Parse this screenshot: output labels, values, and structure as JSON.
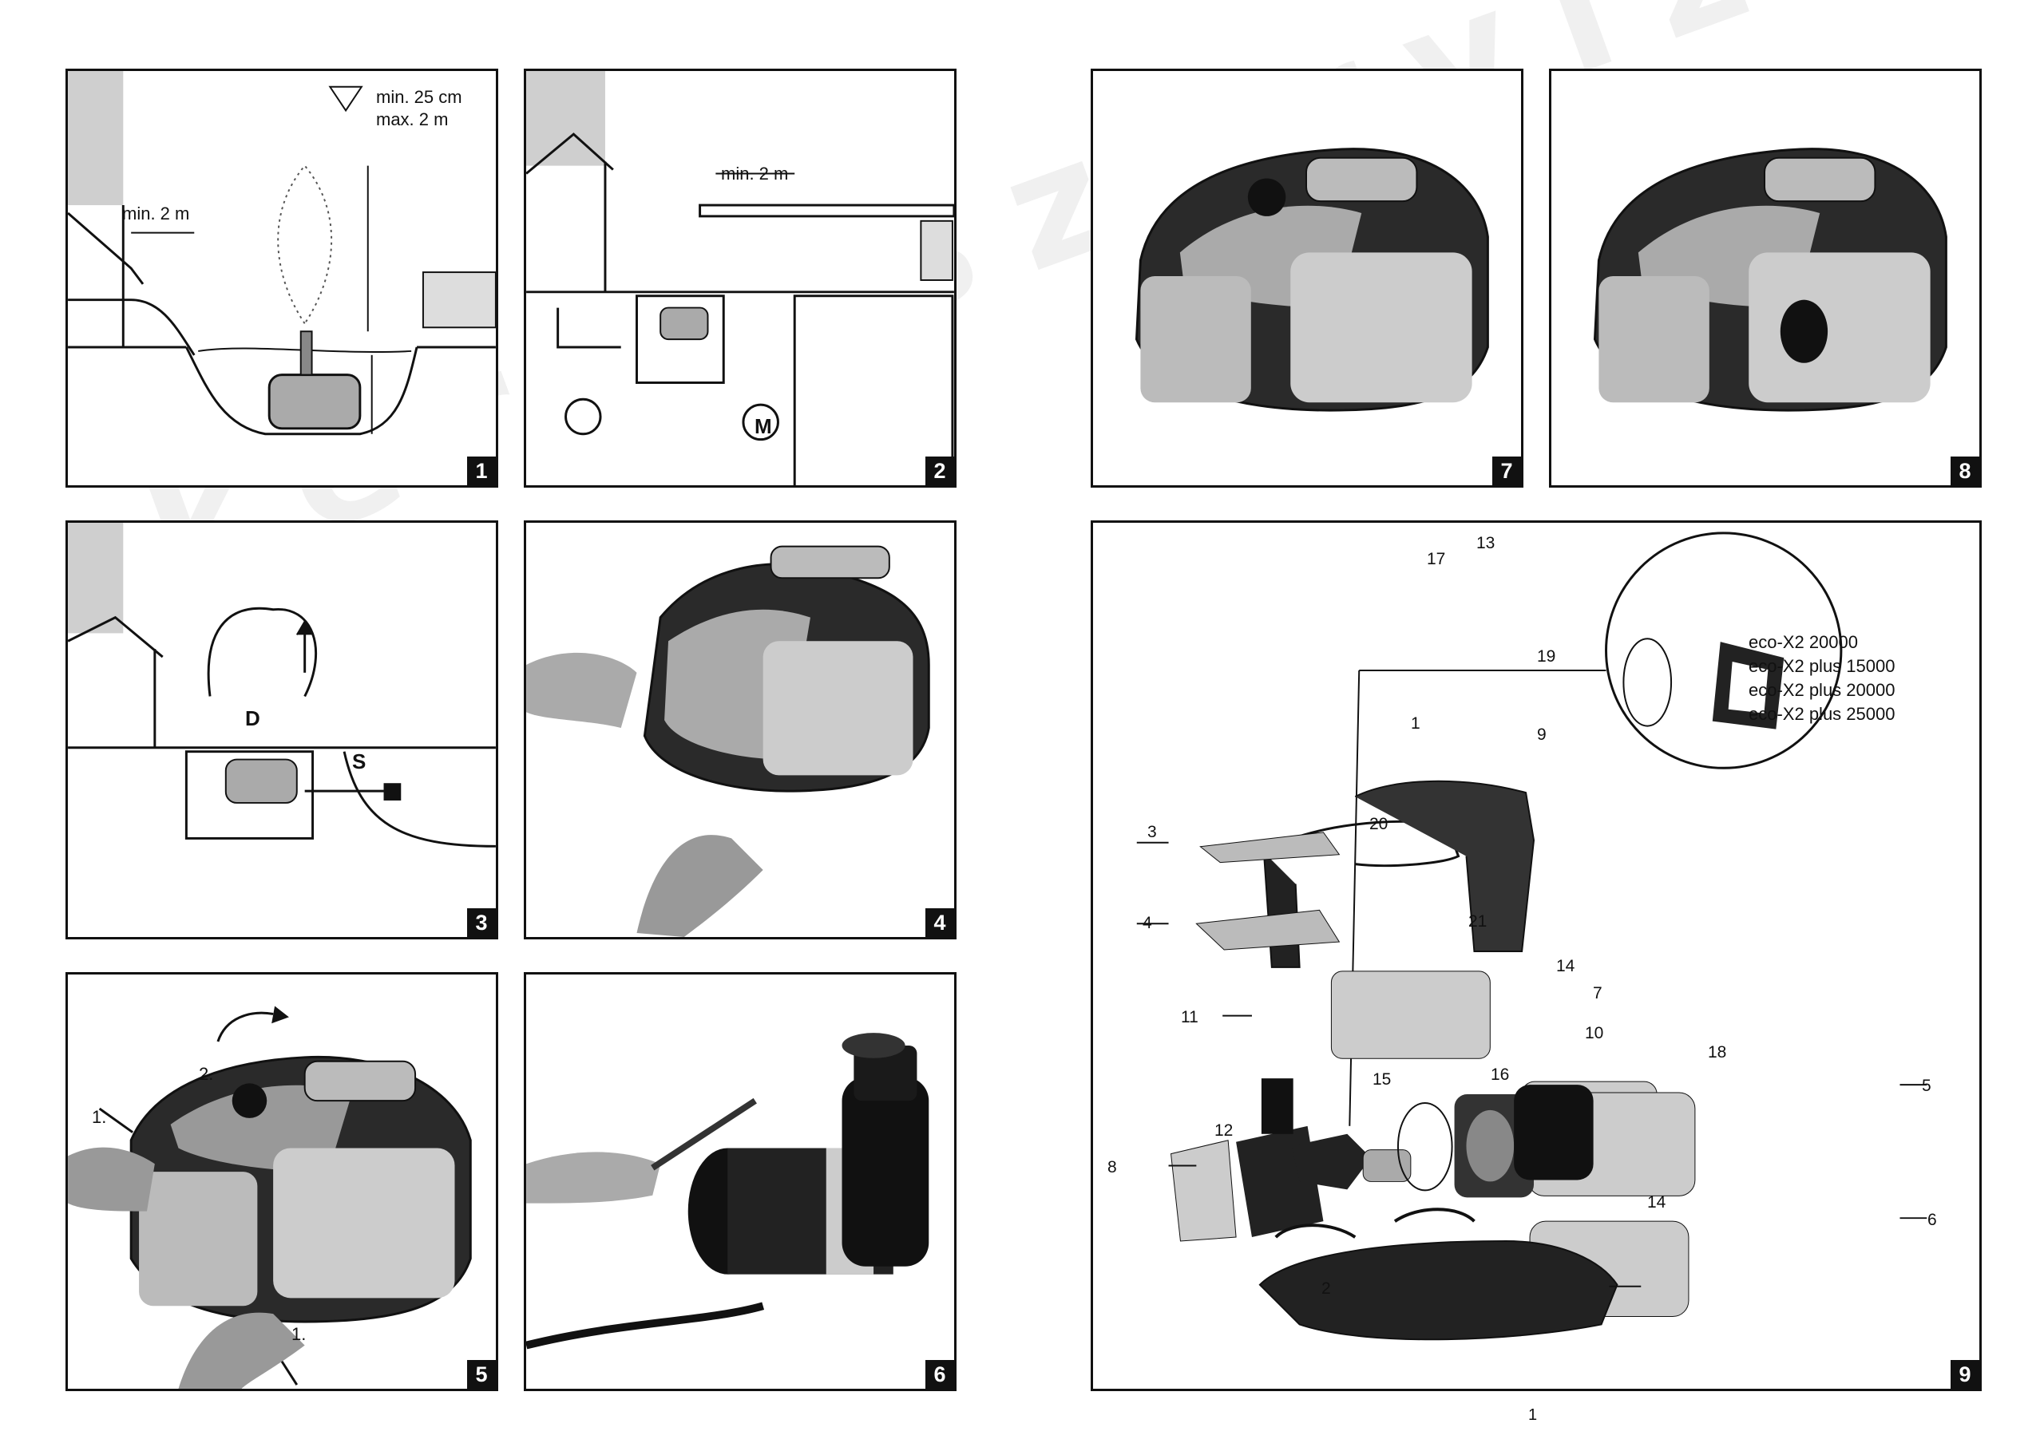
{
  "panels": [
    {
      "number": "1"
    },
    {
      "number": "2"
    },
    {
      "number": "3"
    },
    {
      "number": "4"
    },
    {
      "number": "5"
    },
    {
      "number": "6"
    },
    {
      "number": "7"
    },
    {
      "number": "8"
    },
    {
      "number": "9"
    }
  ],
  "panel1": {
    "depth_min": "min. 25 cm",
    "depth_max": "max. 2 m",
    "distance": "min. 2 m"
  },
  "panel2": {
    "distance": "min. 2 m",
    "motor_symbol": "M"
  },
  "panel3": {
    "label_d": "D",
    "label_s": "S"
  },
  "panel5": {
    "step1_top": "1.",
    "step2": "2.",
    "step1_bottom": "1."
  },
  "panel9": {
    "models": [
      "eco-X2 20000",
      "eco-X2 plus 15000",
      "eco-X2 plus 20000",
      "eco-X2 plus 25000"
    ],
    "callouts": [
      "17",
      "13",
      "19",
      "1",
      "9",
      "3",
      "20",
      "4",
      "21",
      "14",
      "7",
      "11",
      "18",
      "10",
      "15",
      "16",
      "5",
      "12",
      "8",
      "14",
      "6",
      "2"
    ]
  },
  "watermark": "kerti-szerviz.",
  "page_number": "1"
}
